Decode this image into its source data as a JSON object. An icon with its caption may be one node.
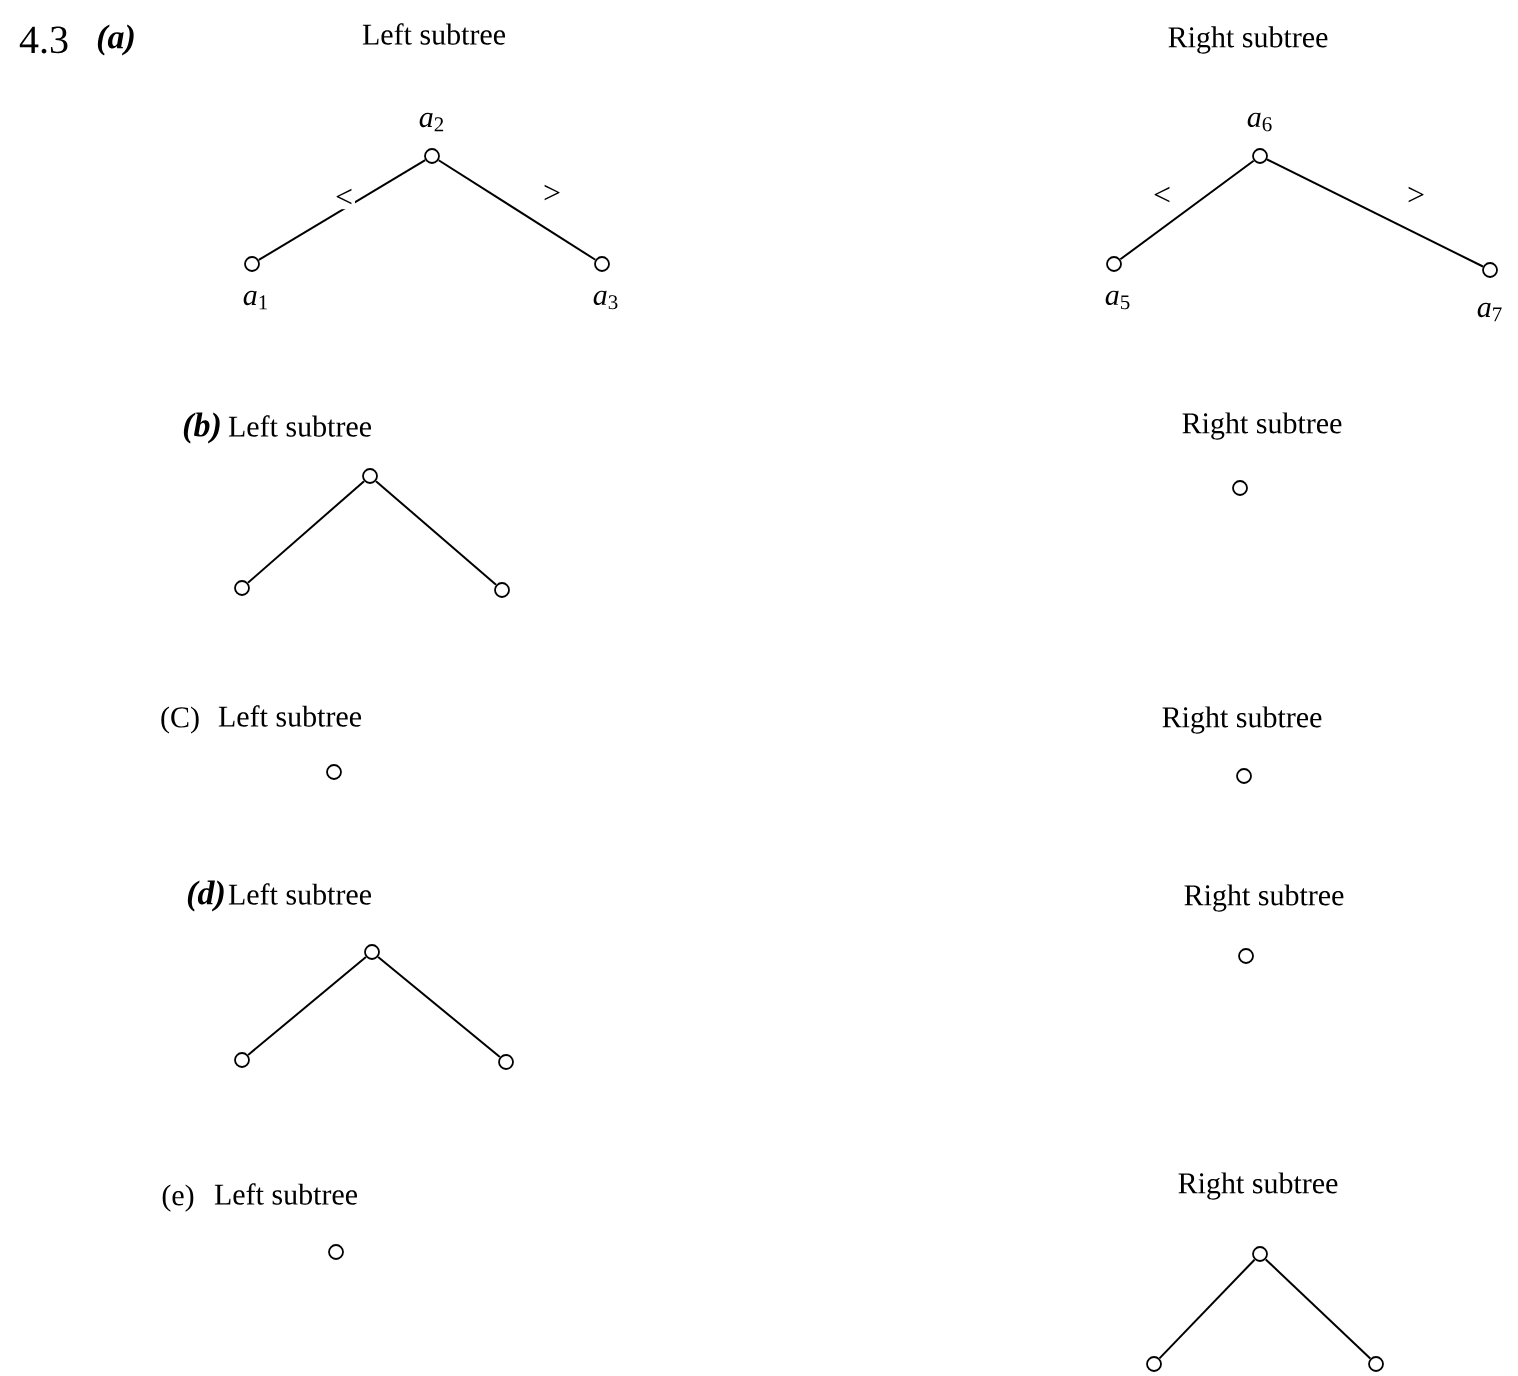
{
  "diagram": {
    "nodes": [
      {
        "text": [],
        "shape": "circle",
        "beside": [
          "*a*$_{2}$"
        ]
      },
      {
        "text": [],
        "shape": "circle",
        "beside": [
          "*a*$_{1}$"
        ]
      },
      {
        "text": [],
        "shape": "circle",
        "beside": [
          "*a*$_{3}$"
        ]
      },
      {
        "text": [],
        "shape": "circle",
        "beside": [
          "*a*$_{6}$"
        ]
      },
      {
        "text": [],
        "shape": "circle",
        "beside": [
          "*a*$_{5}$"
        ]
      },
      {
        "text": [],
        "shape": "circle",
        "beside": [
          "*a*$_{7}$"
        ]
      },
      {
        "text": [],
        "shape": "circle"
      },
      {
        "text": [],
        "shape": "circle"
      },
      {
        "text": [],
        "shape": "circle"
      },
      {
        "text": [],
        "shape": "circle"
      },
      {
        "text": [],
        "shape": "circle"
      },
      {
        "text": [],
        "shape": "circle"
      },
      {
        "text": [],
        "shape": "circle"
      },
      {
        "text": [],
        "shape": "circle"
      },
      {
        "text": [],
        "shape": "circle"
      },
      {
        "text": [],
        "shape": "circle"
      },
      {
        "text": [],
        "shape": "circle"
      },
      {
        "text": [],
        "shape": "circle"
      },
      {
        "text": [],
        "shape": "circle"
      },
      {
        "text": [],
        "shape": "circle"
      }
    ],
    "edges": [
      {
        "from": 0,
        "to": 1,
        "arrow": "none",
        "label": "<"
      },
      {
        "from": 0,
        "to": 2,
        "arrow": "none",
        "label": ">"
      },
      {
        "from": 3,
        "to": 4,
        "arrow": "none",
        "label": "<"
      },
      {
        "from": 3,
        "to": 5,
        "arrow": "none",
        "label": ">"
      },
      {
        "from": 6,
        "to": 7,
        "arrow": "none"
      },
      {
        "from": 6,
        "to": 8,
        "arrow": "none"
      },
      {
        "from": 12,
        "to": 13,
        "arrow": "none"
      },
      {
        "from": 12,
        "to": 14,
        "arrow": "none"
      },
      {
        "from": 17,
        "to": 18,
        "arrow": "none"
      },
      {
        "from": 17,
        "to": 19,
        "arrow": "none"
      }
    ],
    "labels": [
      "4.3",
      "(a)",
      "Left subtree",
      "Right subtree",
      "(b)",
      "Left subtree",
      "Right subtree",
      "(C)",
      "Left subtree",
      "Right subtree",
      "(d)",
      "Left subtree",
      "Right subtree",
      "(e)",
      "Left subtree",
      "Right subtree"
    ]
  }
}
